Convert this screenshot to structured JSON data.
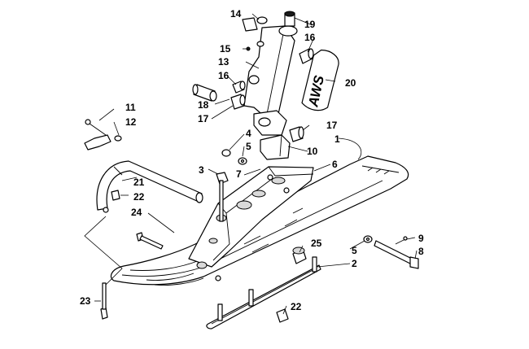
{
  "callouts": {
    "c1": "1",
    "c2": "2",
    "c3": "3",
    "c4": "4",
    "c5a": "5",
    "c5b": "5",
    "c6": "6",
    "c7": "7",
    "c8": "8",
    "c9": "9",
    "c10": "10",
    "c11": "11",
    "c12": "12",
    "c13": "13",
    "c14": "14",
    "c15": "15",
    "c16a": "16",
    "c16b": "16",
    "c17a": "17",
    "c17b": "17",
    "c18": "18",
    "c19": "19",
    "c20": "20",
    "c21": "21",
    "c22a": "22",
    "c22b": "22",
    "c23": "23",
    "c24": "24",
    "c25": "25"
  },
  "decal_text": "AWS",
  "colors": {
    "line": "#000000",
    "background": "#ffffff",
    "shade": "#d9d9d9"
  }
}
